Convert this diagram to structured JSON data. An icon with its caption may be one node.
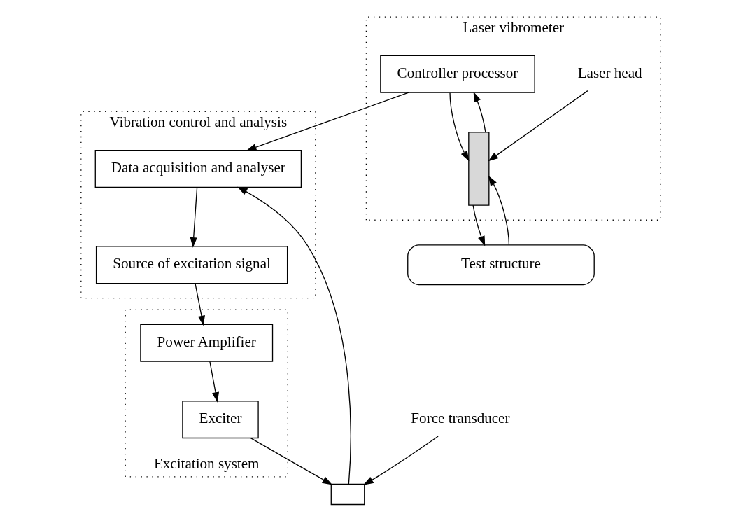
{
  "diagram": {
    "nodes": [
      {
        "text": [
          "Laser vibrometer"
        ]
      },
      {
        "text": [
          "Controller processor"
        ],
        "in": 0
      },
      {
        "text": [],
        "shape": "bar",
        "in": 0
      },
      {
        "text": [
          "Laser head"
        ],
        "in": 0
      },
      {
        "text": [
          "Vibration control and analysis"
        ]
      },
      {
        "text": [
          "Data acquisition and analyser"
        ],
        "in": 4
      },
      {
        "text": [
          "Source of excitation signal"
        ],
        "in": 4
      },
      {
        "text": [
          "Test structure"
        ]
      },
      {
        "text": [],
        "shape": "box"
      },
      {
        "text": [
          "Force transducer"
        ]
      },
      {
        "text": [
          "Excitation system"
        ]
      },
      {
        "text": [
          "Power Amplifier"
        ],
        "in": 10
      },
      {
        "text": [
          "Exciter"
        ],
        "in": 10
      }
    ],
    "edges": [
      {
        "from": 1,
        "to": 2,
        "arrow": "to"
      },
      {
        "from": 2,
        "to": 1,
        "arrow": "to"
      },
      {
        "from": 3,
        "to": 2,
        "arrow": "to"
      },
      {
        "from": 7,
        "to": 2,
        "arrow": "to"
      },
      {
        "from": 2,
        "to": 7,
        "arrow": "to"
      },
      {
        "from": 1,
        "to": 5,
        "arrow": "to"
      },
      {
        "from": 8,
        "to": 5,
        "arrow": "to"
      },
      {
        "from": 9,
        "to": 8,
        "arrow": "to"
      },
      {
        "from": 5,
        "to": 6,
        "arrow": "to"
      },
      {
        "from": 6,
        "to": 11,
        "arrow": "to"
      },
      {
        "from": 11,
        "to": 12,
        "arrow": "to"
      },
      {
        "from": 12,
        "to": 8,
        "arrow": "to"
      }
    ]
  }
}
